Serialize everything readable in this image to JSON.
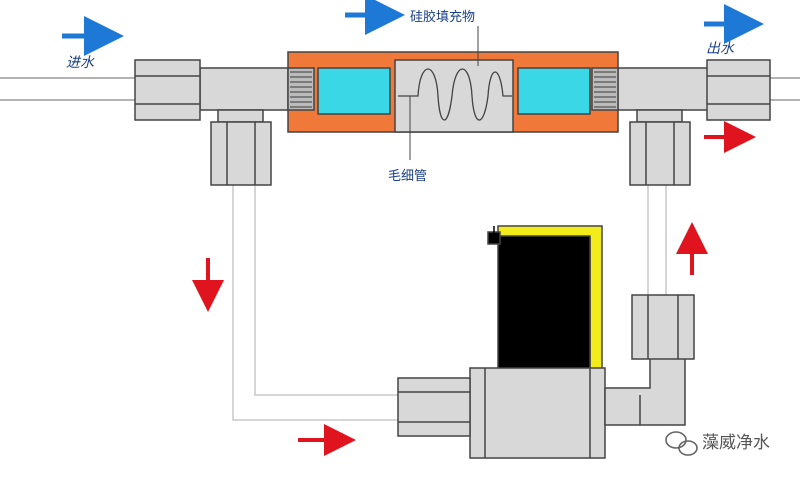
{
  "labels": {
    "inlet": "进水",
    "outlet": "出水",
    "silica_gel": "硅胶填充物",
    "capillary": "毛细管"
  },
  "watermark": {
    "text": "藻威净水",
    "icon": "wechat-logo-icon"
  },
  "colors": {
    "flow_arrow_blue": "#1e78d6",
    "flow_arrow_red": "#e0141e",
    "housing_orange": "#f07838",
    "chamber_cyan": "#3ad7e6",
    "fitting_gray": "#d8d8d8",
    "solenoid_black": "#000000",
    "bracket_yellow": "#f2ec1a"
  }
}
